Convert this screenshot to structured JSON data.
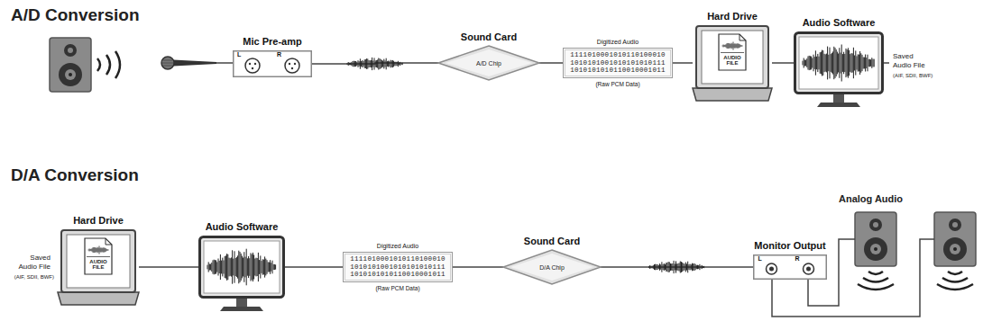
{
  "diagram": {
    "nodes": [
      {
        "text": [
          "Mic Pre-amp",
          "L",
          "R"
        ]
      },
      {
        "text": [
          "Sound Card",
          "A/D Chip"
        ]
      },
      {
        "text": [
          "Digitized Audio",
          "1111010001010110100010 1010101001010101010111 1010101010110010001011",
          "(Raw PCM Data)"
        ]
      },
      {
        "text": [
          "Hard Drive",
          "AUDIO FILE"
        ]
      },
      {
        "text": [
          "Audio Software"
        ]
      },
      {
        "text": [
          "Hard Drive",
          "AUDIO FILE"
        ]
      },
      {
        "text": [
          "Audio Software"
        ]
      },
      {
        "text": [
          "Digitized Audio",
          "1111010001010110100010 1010101001010101010111 1010101010110010001011",
          "(Raw PCM Data)"
        ]
      },
      {
        "text": [
          "Sound Card",
          "D/A Chip"
        ]
      },
      {
        "text": [
          "Monitor Output",
          "L",
          "R"
        ]
      }
    ],
    "edges": [
      {
        "from": 0,
        "to": 1,
        "arrow": "none"
      },
      {
        "from": 1,
        "to": 2,
        "arrow": "none"
      },
      {
        "from": 2,
        "to": 3,
        "arrow": "none"
      },
      {
        "from": 3,
        "to": 4,
        "arrow": "none"
      },
      {
        "from": 5,
        "to": 6,
        "arrow": "none"
      },
      {
        "from": 6,
        "to": 7,
        "arrow": "none"
      },
      {
        "from": 7,
        "to": 8,
        "arrow": "none"
      },
      {
        "from": 8,
        "to": 9,
        "arrow": "none"
      }
    ],
    "labels": [
      "A/D Conversion",
      "Saved Audio File",
      "(AIF, SDII, BWF)",
      "D/A Conversion",
      "Saved Audio File",
      "(AIF, SDII, BWF)",
      "Analog Audio"
    ]
  }
}
